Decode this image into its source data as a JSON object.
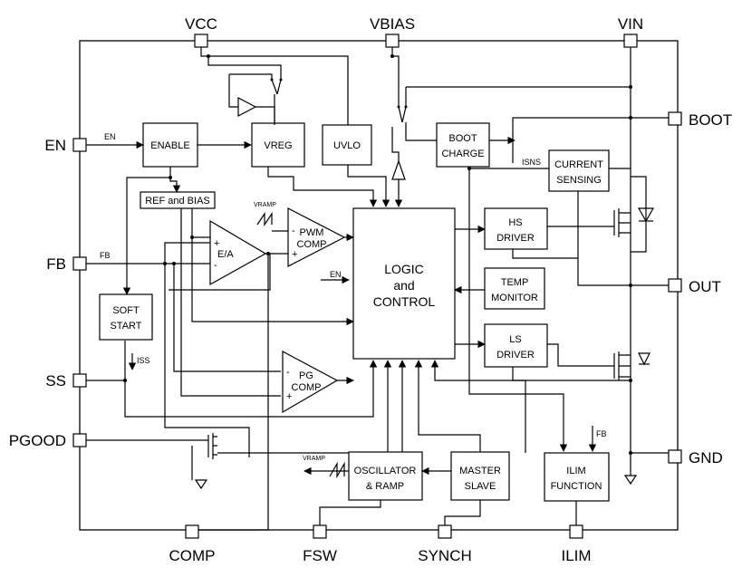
{
  "pins": {
    "vcc": "VCC",
    "vbias": "VBIAS",
    "vin": "VIN",
    "boot": "BOOT",
    "en": "EN",
    "fb": "FB",
    "ss": "SS",
    "pgood": "PGOOD",
    "out": "OUT",
    "gnd": "GND",
    "comp": "COMP",
    "fsw": "FSW",
    "synch": "SYNCH",
    "ilim": "ILIM"
  },
  "blocks": {
    "enable": "ENABLE",
    "vreg": "VREG",
    "uvlo": "UVLO",
    "boot_charge": [
      "BOOT",
      "CHARGE"
    ],
    "current_sensing": [
      "CURRENT",
      "SENSING"
    ],
    "ref_bias": "REF and BIAS",
    "ea": "E/A",
    "pwm_comp": [
      "PWM",
      "COMP"
    ],
    "logic": [
      "LOGIC",
      "and",
      "CONTROL"
    ],
    "hs_driver": [
      "HS",
      "DRIVER"
    ],
    "temp_monitor": [
      "TEMP",
      "MONITOR"
    ],
    "ls_driver": [
      "LS",
      "DRIVER"
    ],
    "soft_start": [
      "SOFT",
      "START"
    ],
    "pg_comp": [
      "PG",
      "COMP"
    ],
    "oscillator": [
      "OSCILLATOR",
      "& RAMP"
    ],
    "master_slave": [
      "MASTER",
      "SLAVE"
    ],
    "ilim_function": [
      "ILIM",
      "FUNCTION"
    ]
  },
  "labels": {
    "en": "EN",
    "fb": "FB",
    "fb2": "FB",
    "isns": "ISNS",
    "iss": "ISS",
    "vramp": "VRAMP",
    "vramp2": "VRAMP",
    "en_logic": "EN",
    "plus": "+",
    "minus": "-"
  }
}
